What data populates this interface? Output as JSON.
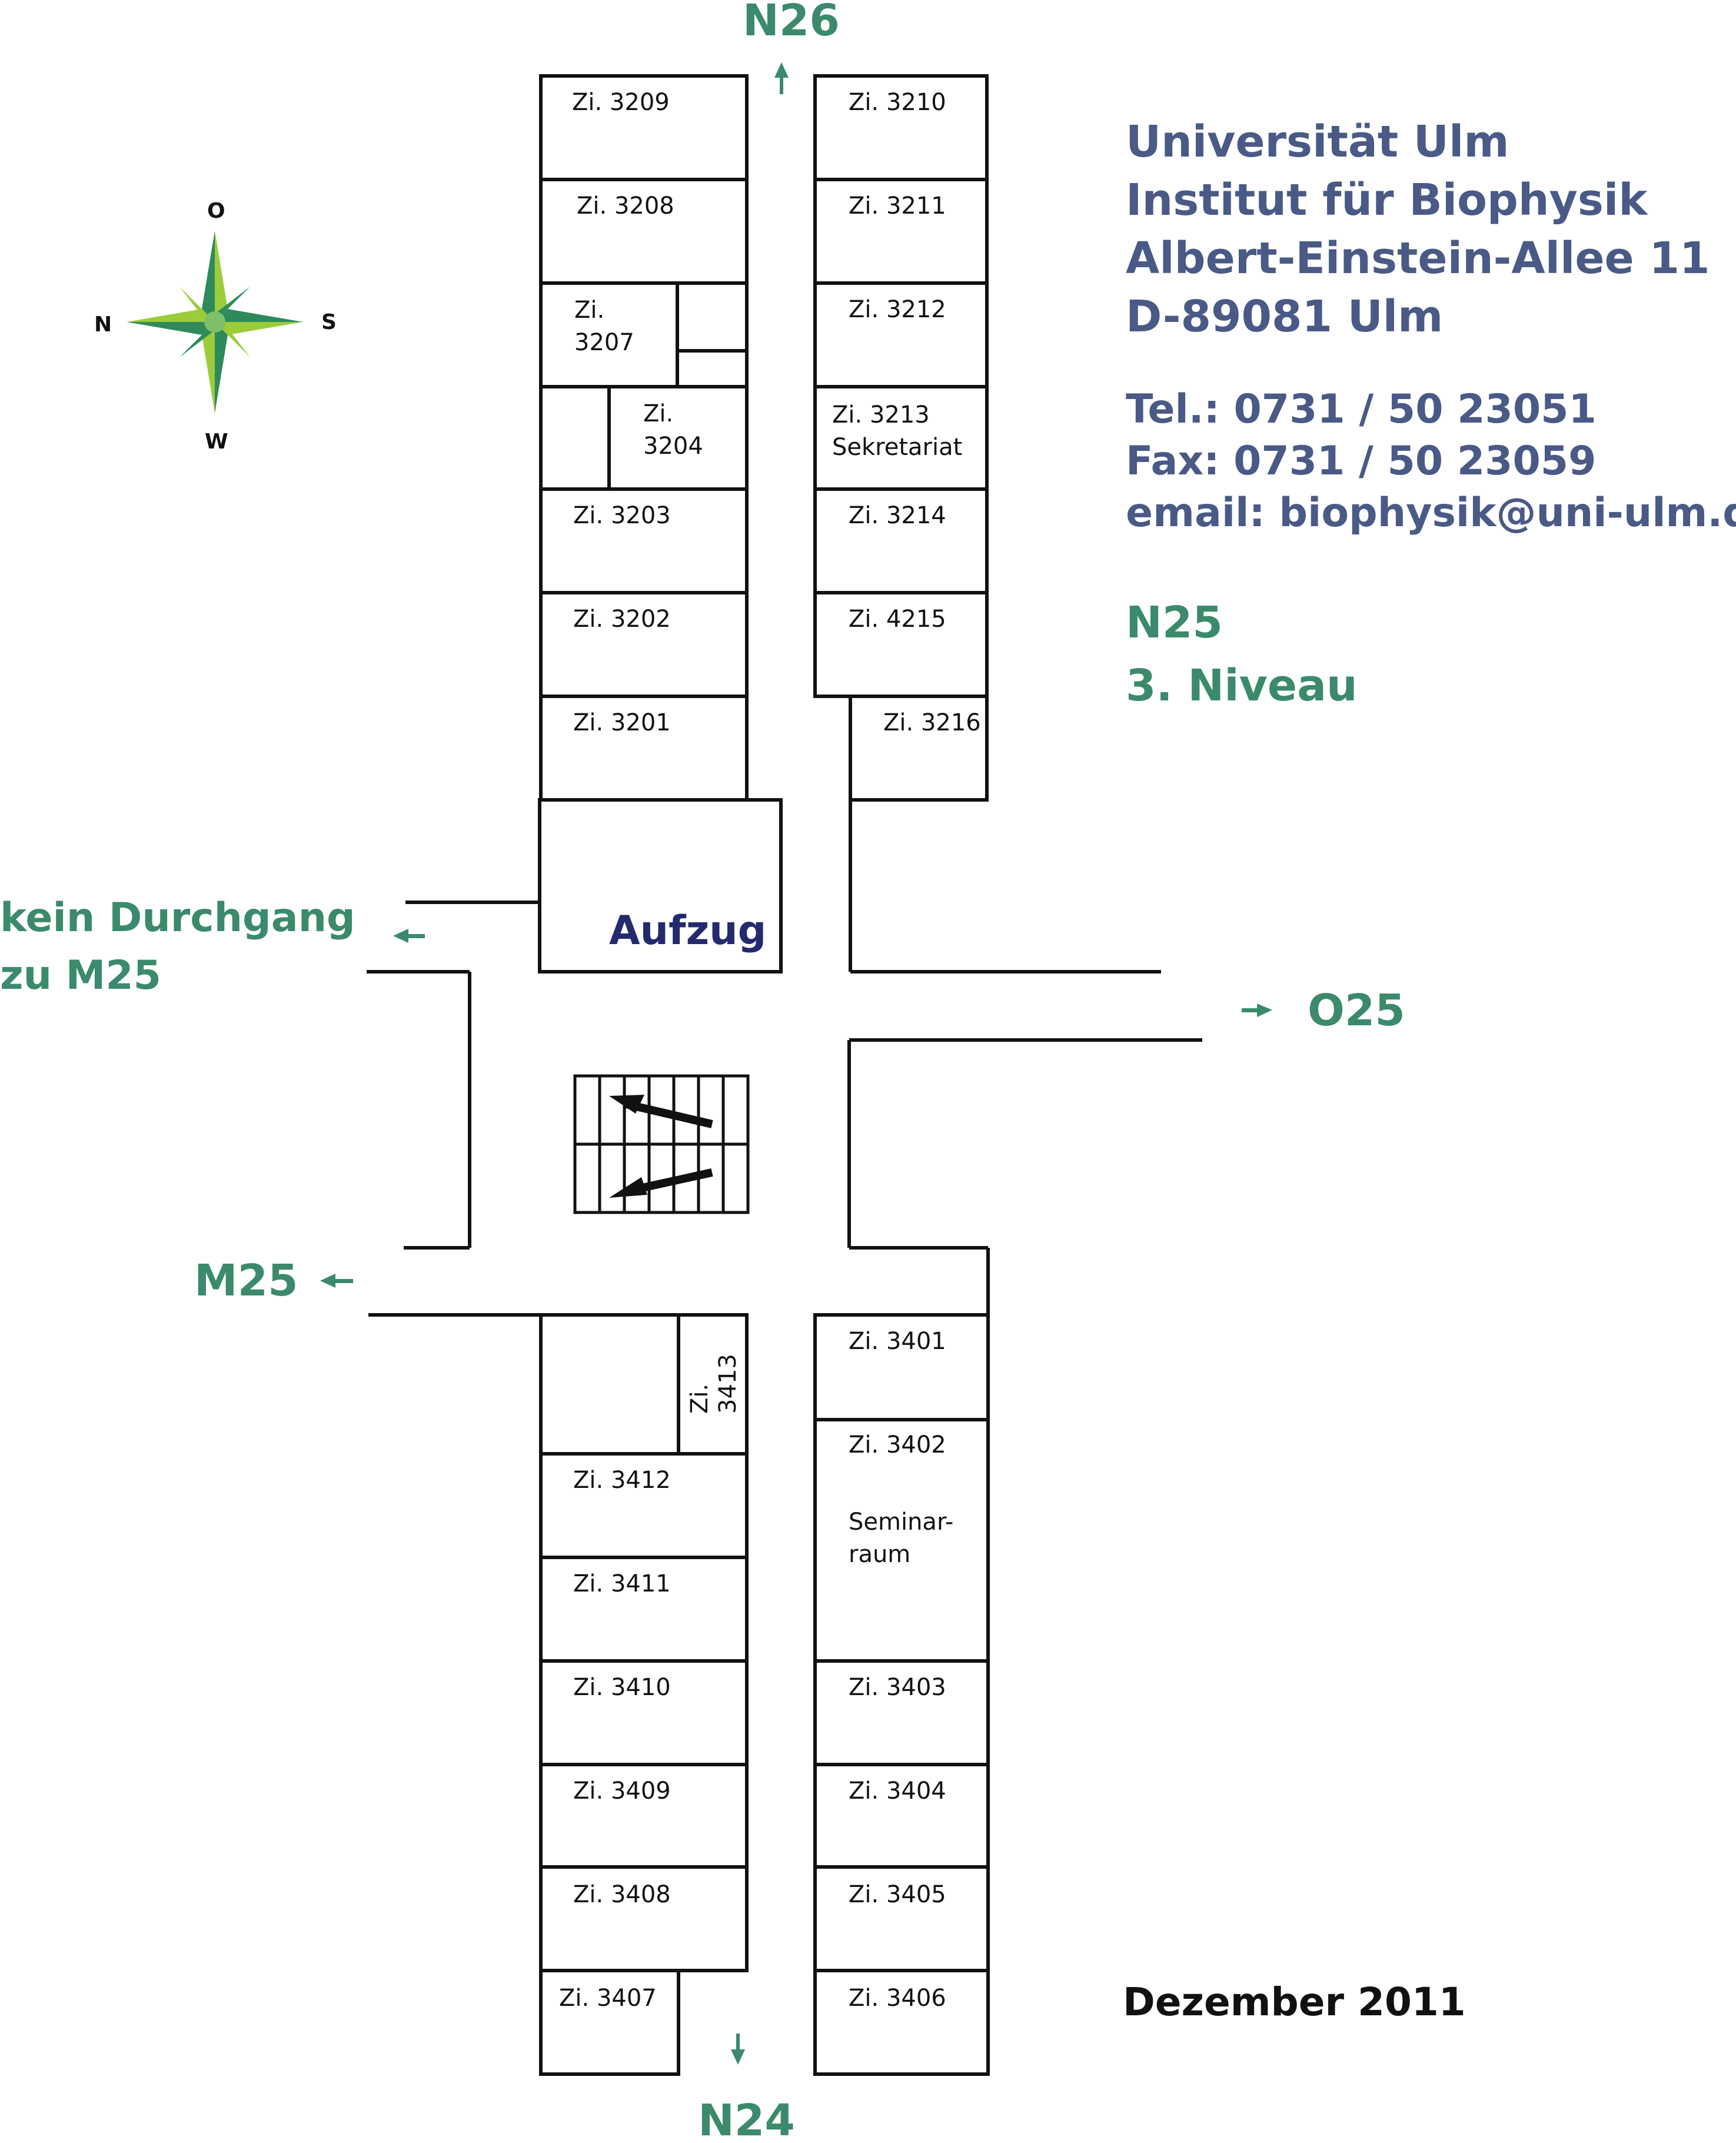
{
  "colors": {
    "wall": "#111111",
    "green": "#3b8a6c",
    "info_blue": "#4a5a86",
    "elevator_navy": "#232a6e",
    "compass_light": "#9ccc3b",
    "compass_dark": "#2f8a5a"
  },
  "header": {
    "university": "Universität Ulm",
    "institute": "Institut für Biophysik",
    "street": "Albert-Einstein-Allee 11",
    "city": "D-89081 Ulm",
    "tel": "Tel.: 0731 / 50 23051",
    "fax": "Fax: 0731 / 50 23059",
    "email": "email: biophysik@uni-ulm.de",
    "building": "N25",
    "level": "3. Niveau"
  },
  "date": "Dezember 2011",
  "compass": {
    "top": "O",
    "left": "N",
    "right": "S",
    "bottom": "W"
  },
  "directions": {
    "north": "N26",
    "south": "N24",
    "east": "O25",
    "west": "M25",
    "no_passage_line1": "kein Durchgang",
    "no_passage_line2": "zu M25"
  },
  "elevator": "Aufzug",
  "rooms": {
    "r3209": "Zi. 3209",
    "r3208": "Zi. 3208",
    "r3207a": "Zi.",
    "r3207b": "3207",
    "r3204a": "Zi.",
    "r3204b": "3204",
    "r3203": "Zi. 3203",
    "r3202": "Zi. 3202",
    "r3201": "Zi. 3201",
    "r3210": "Zi. 3210",
    "r3211": "Zi. 3211",
    "r3212": "Zi. 3212",
    "r3213a": "Zi. 3213",
    "r3213b": "Sekretariat",
    "r3214": "Zi. 3214",
    "r4215": "Zi. 4215",
    "r3216": "Zi. 3216",
    "r3413a": "Zi.",
    "r3413b": "3413",
    "r3412": "Zi. 3412",
    "r3411": "Zi. 3411",
    "r3410": "Zi. 3410",
    "r3409": "Zi. 3409",
    "r3408": "Zi. 3408",
    "r3407": "Zi. 3407",
    "r3401": "Zi. 3401",
    "r3402": "Zi. 3402",
    "r3402b": "Seminar-",
    "r3402c": "raum",
    "r3403": "Zi. 3403",
    "r3404": "Zi. 3404",
    "r3405": "Zi. 3405",
    "r3406": "Zi. 3406"
  }
}
